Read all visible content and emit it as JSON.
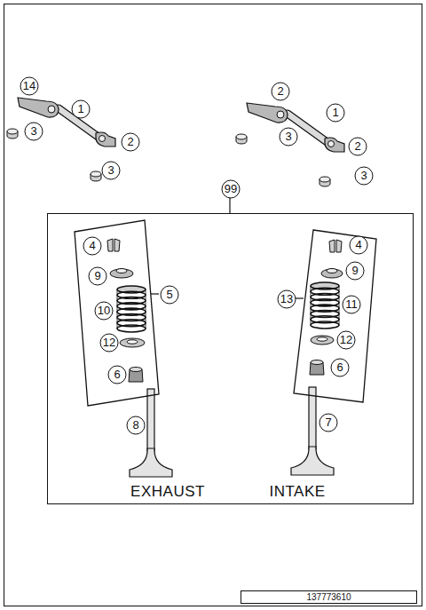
{
  "diagram": {
    "nodes": [
      {
        "text": [
          "99"
        ]
      },
      {
        "text": [
          "5"
        ],
        "in": 0
      },
      {
        "text": [
          "13"
        ],
        "in": 0
      },
      {
        "text": [
          "137773610"
        ]
      }
    ],
    "labels": [
      "14",
      "1",
      "3",
      "2",
      "3",
      "2",
      "1",
      "3",
      "2",
      "3",
      "4",
      "9",
      "10",
      "12",
      "6",
      "8",
      "4",
      "9",
      "11",
      "12",
      "6",
      "7",
      "EXHAUST",
      "INTAKE"
    ]
  }
}
